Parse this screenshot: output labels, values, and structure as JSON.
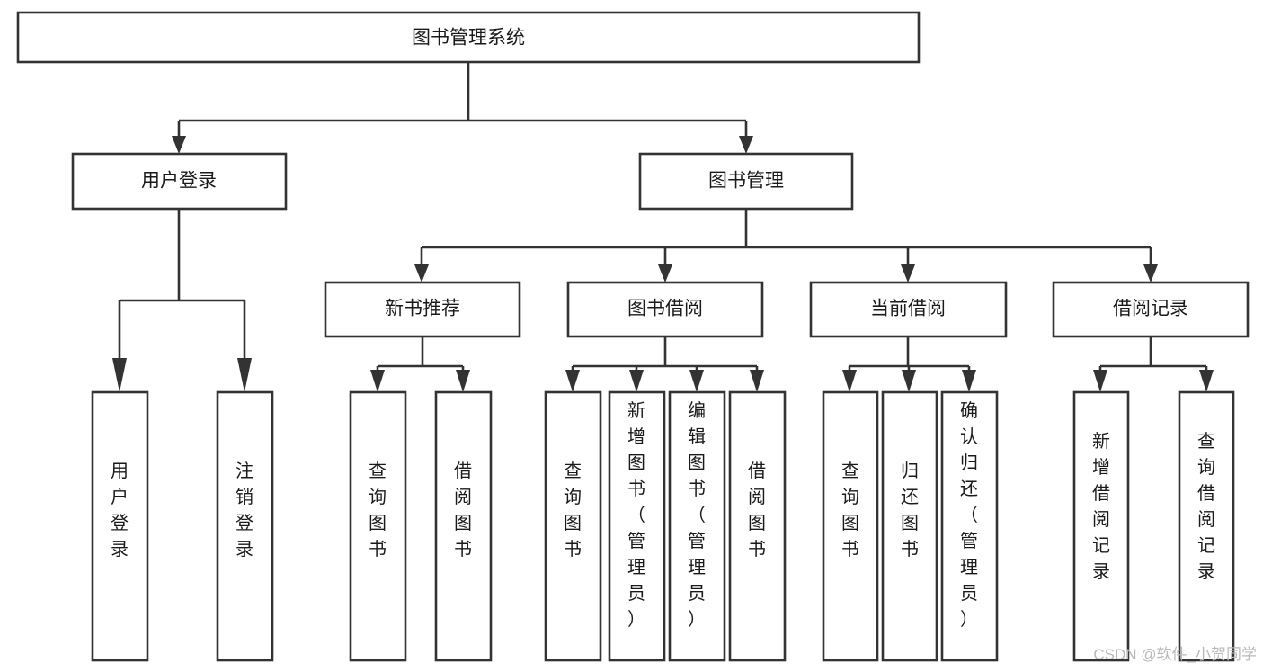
{
  "diagram": {
    "title": "图书管理系统",
    "type": "tree",
    "background_color": "#ffffff",
    "line_color": "#333333",
    "text_color": "#1a1a1a",
    "root": {
      "id": "root",
      "label": "图书管理系统"
    },
    "level1": [
      {
        "id": "user-login",
        "label": "用户登录"
      },
      {
        "id": "book-manage",
        "label": "图书管理"
      }
    ],
    "level2": [
      {
        "id": "new-book-rec",
        "label": "新书推荐",
        "parent": "book-manage"
      },
      {
        "id": "book-borrow",
        "label": "图书借阅",
        "parent": "book-manage"
      },
      {
        "id": "current-borrow",
        "label": "当前借阅",
        "parent": "book-manage"
      },
      {
        "id": "borrow-record",
        "label": "借阅记录",
        "parent": "book-manage"
      }
    ],
    "leaves": [
      {
        "id": "leaf-user-login",
        "label": "用户登录",
        "parent": "user-login"
      },
      {
        "id": "leaf-logout",
        "label": "注销登录",
        "parent": "user-login"
      },
      {
        "id": "leaf-query-book-1",
        "label": "查询图书",
        "parent": "new-book-rec"
      },
      {
        "id": "leaf-borrow-book-1",
        "label": "借阅图书",
        "parent": "new-book-rec"
      },
      {
        "id": "leaf-query-book-2",
        "label": "查询图书",
        "parent": "book-borrow"
      },
      {
        "id": "leaf-add-book",
        "label": "新增图书（管理员）",
        "parent": "book-borrow"
      },
      {
        "id": "leaf-edit-book",
        "label": "编辑图书（管理员）",
        "parent": "book-borrow"
      },
      {
        "id": "leaf-borrow-book-2",
        "label": "借阅图书",
        "parent": "book-borrow"
      },
      {
        "id": "leaf-query-book-3",
        "label": "查询图书",
        "parent": "current-borrow"
      },
      {
        "id": "leaf-return-book",
        "label": "归还图书",
        "parent": "current-borrow"
      },
      {
        "id": "leaf-confirm-return",
        "label": "确认归还（管理员）",
        "parent": "current-borrow"
      },
      {
        "id": "leaf-add-record",
        "label": "新增借阅记录",
        "parent": "borrow-record"
      },
      {
        "id": "leaf-query-record",
        "label": "查询借阅记录",
        "parent": "borrow-record"
      }
    ]
  },
  "watermark": {
    "text": "CSDN @软件_小贺同学"
  }
}
